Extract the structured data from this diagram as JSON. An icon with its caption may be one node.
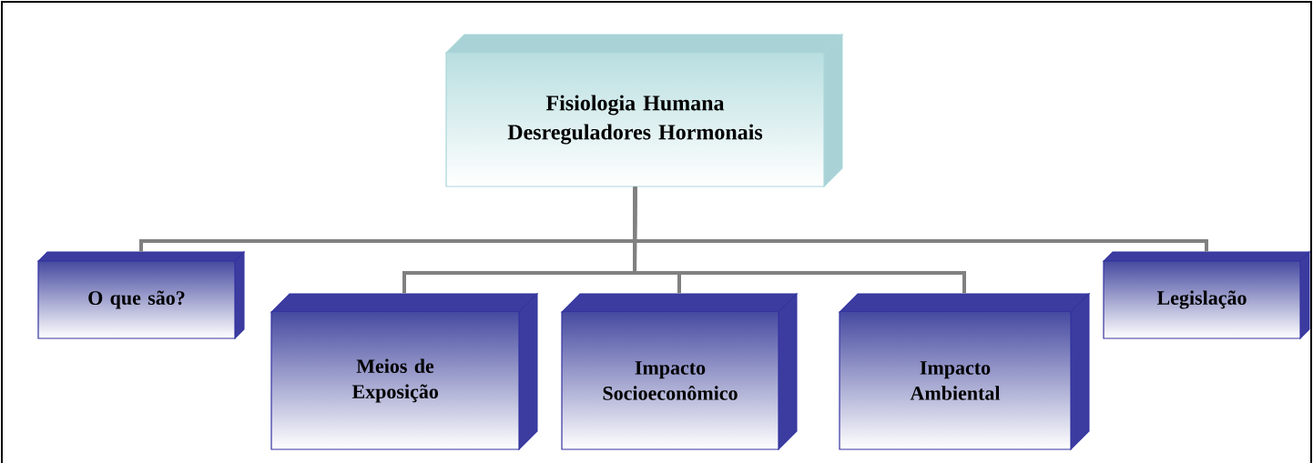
{
  "diagram": {
    "nodes": [
      {
        "text": [
          "Fisiologia Humana",
          "Desreguladores Hormonais"
        ]
      },
      {
        "text": [
          "O que são?"
        ]
      },
      {
        "text": [
          "Meios de Exposição"
        ]
      },
      {
        "text": [
          "Impacto Socioeconômico"
        ]
      },
      {
        "text": [
          "Impacto Ambiental"
        ]
      },
      {
        "text": [
          "Legislação"
        ]
      }
    ],
    "edges": [
      {
        "from": 0,
        "to": 1,
        "arrow": "none"
      },
      {
        "from": 0,
        "to": 2,
        "arrow": "none"
      },
      {
        "from": 0,
        "to": 3,
        "arrow": "none"
      },
      {
        "from": 0,
        "to": 4,
        "arrow": "none"
      },
      {
        "from": 0,
        "to": 5,
        "arrow": "none"
      }
    ]
  }
}
